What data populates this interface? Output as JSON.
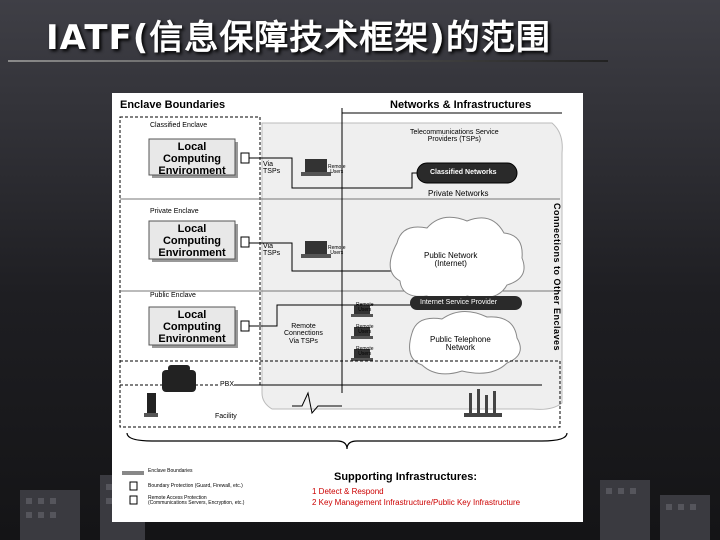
{
  "slide": {
    "title": "IATF(信息保障技术框架)的范围"
  },
  "diagram": {
    "enclave_boundaries_label": "Enclave Boundaries",
    "networks_label": "Networks & Infrastructures",
    "classified_enclave": "Classified Enclave",
    "private_enclave": "Private Enclave",
    "public_enclave": "Public Enclave",
    "lce_line1": "Local",
    "lce_line2": "Computing",
    "lce_line3": "Environment",
    "via_tsps": "Via\nTSPs",
    "remote_users": "Remote\nUsers",
    "remote_user": "Remote\nUsers",
    "tsp_providers": "Telecommunications Service\nProviders (TSPs)",
    "classified_networks": "Classified Networks",
    "private_networks": "Private Networks",
    "public_network": "Public Network\n(Internet)",
    "isp": "Internet Service Provider",
    "public_telephone": "Public Telephone\nNetwork",
    "remote_connections": "Remote\nConnections\nVia TSPs",
    "pbx": "PBX",
    "facility": "Facility",
    "connections_other": "Connections to Other Enclaves"
  },
  "legend": {
    "items": [
      "Enclave Boundaries",
      "Boundary Protection (Guard, Firewall, etc.)",
      "Remote Access Protection\n(Communications Servers, Encryption, etc.)"
    ]
  },
  "supporting": {
    "title": "Supporting Infrastructures:",
    "item1": "1 Detect & Respond",
    "item2": "2 Key Management Infrastructure/Public Key Infrastructure"
  },
  "colors": {
    "background": "#1e1e22",
    "title_text": "#ffffff",
    "diagram_bg": "#ffffff",
    "supporting_text": "#cc0000",
    "dark_pill": "#2a2a2a"
  }
}
